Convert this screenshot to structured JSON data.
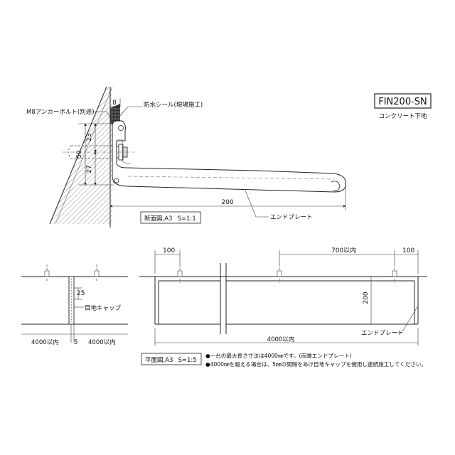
{
  "product": {
    "code": "FIN200-SN",
    "substrate": "コンクリート下地"
  },
  "section_view": {
    "labels": {
      "anchor_bolt": "M8アンカーボルト(別途)",
      "waterproof_seal": "防水シール(現場施工)",
      "end_plate": "エンドプレート"
    },
    "dims": {
      "seal_width": "8",
      "upper": "23",
      "total": "50",
      "lower": "27",
      "depth": "200"
    },
    "caption": "断面図,A3",
    "scale": "S=1:1"
  },
  "plan_view": {
    "left_detail": {
      "joint_gap": "25",
      "joint_cap": "目地キャップ",
      "left_length": "4000以内",
      "gap": "5",
      "right_length": "4000以内"
    },
    "right_detail": {
      "edge_left": "100",
      "pitch": "700以内",
      "edge_right": "100",
      "depth": "200",
      "end_plate": "エンドプレート",
      "length": "4000以内"
    },
    "caption": "平面図,A3",
    "scale": "S=1:5"
  },
  "notes": [
    "●一台の最大長さ寸法は4000㎜です。(両端エンドプレート)",
    "●4000㎜を超える場合は、5㎜の間隔をあけ目地キャップを使用し連続施工してください。"
  ]
}
